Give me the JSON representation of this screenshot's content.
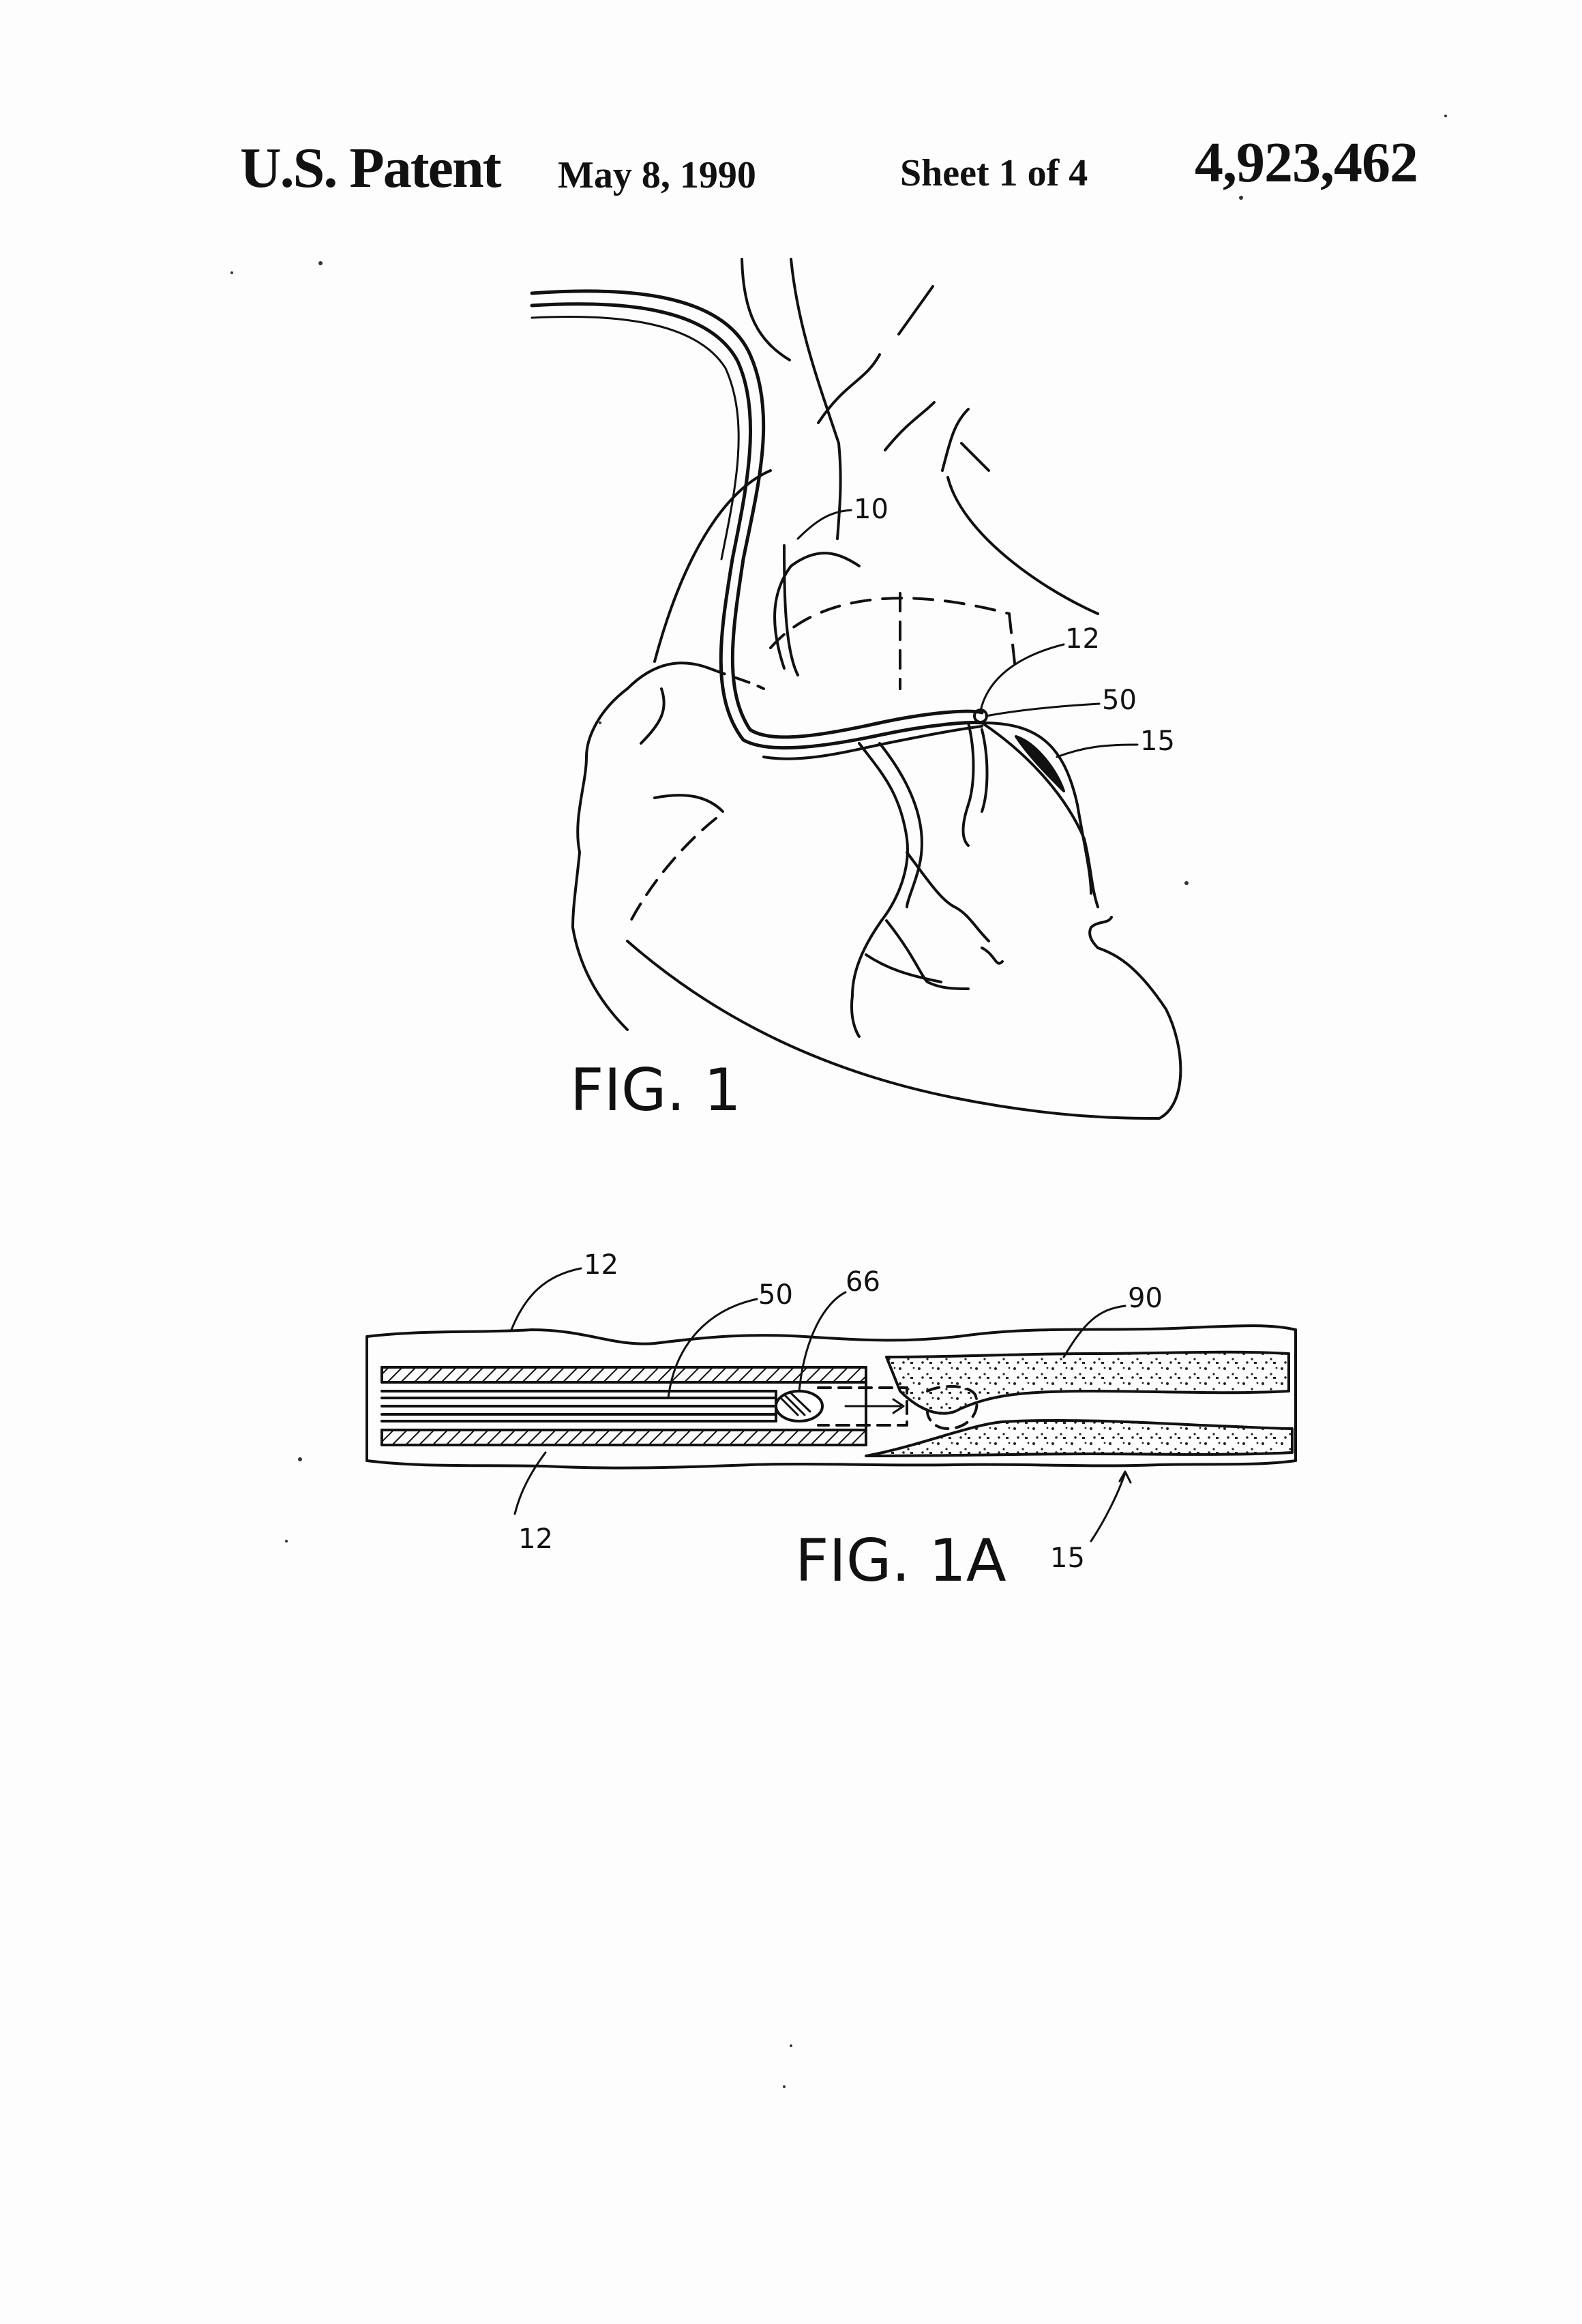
{
  "header": {
    "title": "U.S. Patent",
    "date": "May 8, 1990",
    "sheet": "Sheet 1 of 4",
    "patent_number": "4,923,462"
  },
  "figure1": {
    "caption": "FIG. 1",
    "refs": {
      "r10": "10",
      "r12": "12",
      "r50": "50",
      "r15": "15"
    }
  },
  "figure1a": {
    "caption": "FIG. 1A",
    "refs": {
      "r12_top": "12",
      "r50": "50",
      "r66": "66",
      "r90": "90",
      "r12_bottom": "12",
      "r15": "15"
    }
  }
}
